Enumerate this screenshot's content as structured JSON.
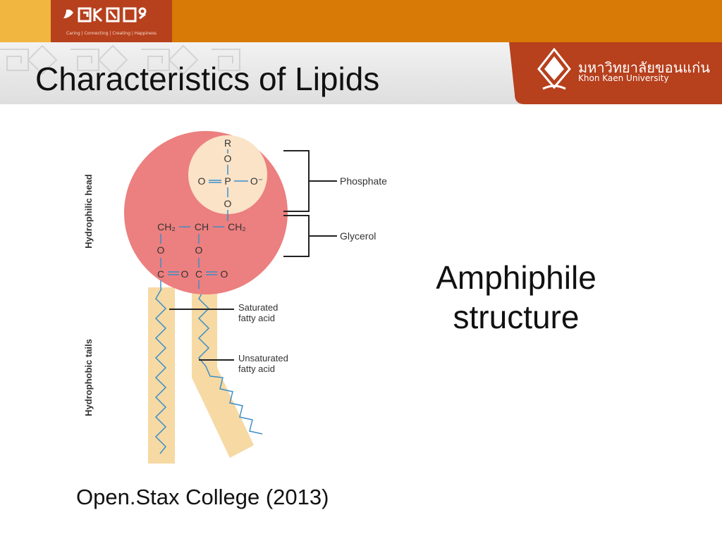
{
  "header": {
    "logo_tagline": "Caring | Connecting | Creating | Happiness",
    "title": "Characteristics of  Lipids",
    "university_thai": "มหาวิทยาลัยขอนแก่น",
    "university_en": "Khon Kaen University"
  },
  "diagram": {
    "head_label": "Hydrophilic head",
    "tails_label": "Hydrophobic tails",
    "phosphate_label": "Phosphate",
    "glycerol_label": "Glycerol",
    "saturated_label_1": "Saturated",
    "saturated_label_2": "fatty acid",
    "unsaturated_label_1": "Unsaturated",
    "unsaturated_label_2": "fatty acid",
    "atom_R": "R",
    "atom_O": "O",
    "atom_P": "P",
    "atom_O_minus": "O⁻",
    "atom_CH2": "CH₂",
    "atom_CH": "CH",
    "atom_C": "C",
    "bond_double": "═",
    "bond_single": "—"
  },
  "caption": {
    "line1": "Amphiphile",
    "line2": "structure"
  },
  "credit": "Open.Stax College (2013)",
  "colors": {
    "topbar": "#d87a06",
    "topbar_left": "#f1b640",
    "logo_box": "#b7401d",
    "kku_banner": "#b7401d",
    "head_fill": "#ec7f7f",
    "phosphate_fill": "#fbe3c8",
    "tail_fill": "#f6d9a3",
    "bond_color": "#3d8fc9"
  }
}
